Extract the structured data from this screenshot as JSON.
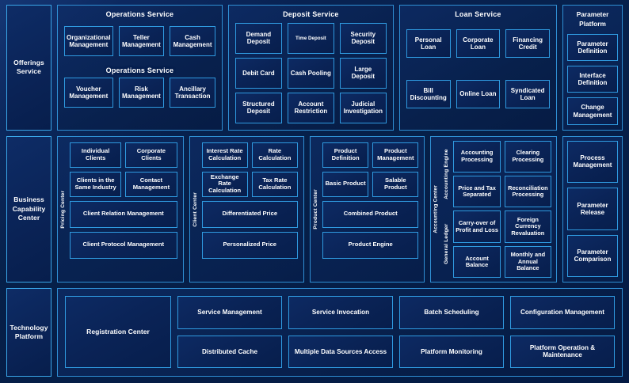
{
  "theme": {
    "background": "#041a44",
    "panel_fill": "#0a2356",
    "border_accent": "#2f9ae0",
    "rail_border": "#3aa7ea",
    "text": "#ffffff"
  },
  "rails": {
    "offerings": "Offerings\nService",
    "offerings_line1": "Offerings",
    "offerings_line2": "Service",
    "business_line1": "Business",
    "business_line2": "Capability",
    "business_line3": "Center",
    "technology_line1": "Technology",
    "technology_line2": "Platform"
  },
  "row1": {
    "operations": {
      "title": "Operations Service",
      "title_repeat": "Operations Service",
      "items": [
        "Organizational Management",
        "Teller Management",
        "Cash Management",
        "Voucher Management",
        "Risk Management",
        "Ancillary Transaction"
      ]
    },
    "deposit": {
      "title": "Deposit Service",
      "items": [
        "Demand Deposit",
        "Time Deposit",
        "Security Deposit",
        "Debit Card",
        "Cash Pooling",
        "Large Deposit",
        "Structured Deposit",
        "Account Restriction",
        "Judicial Investigation"
      ]
    },
    "loan": {
      "title": "Loan Service",
      "items": [
        "Personal Loan",
        "Corporate Loan",
        "Financing Credit",
        "Bill Discounting",
        "Online Loan",
        "Syndicated Loan"
      ]
    }
  },
  "parameter_platform": {
    "title_line1": "Parameter",
    "title_line2": "Platform",
    "items": [
      "Parameter Definition",
      "Interface Definition",
      "Change Management",
      "Process Management",
      "Parameter Release",
      "Parameter Comparison"
    ]
  },
  "row2": {
    "client_center": {
      "vlabel": "Pricing Center",
      "items_pair1": [
        "Individual Clients",
        "Corporate Clients"
      ],
      "items_pair2": [
        "Clients in the Same Industry",
        "Contact Management"
      ],
      "wide1": "Client Relation Management",
      "wide2": "Client Protocol Management"
    },
    "pricing_center": {
      "vlabel": "Client Center",
      "items_pair1": [
        "Interest Rate Calculation",
        "Rate Calculation"
      ],
      "items_pair2": [
        "Exchange Rate Calculation",
        "Tax Rate Calculation"
      ],
      "wide1": "Differentiated Price",
      "wide2": "Personalized Price"
    },
    "product_center": {
      "vlabel": "Product Center",
      "items_pair1": [
        "Product Definition",
        "Product Management"
      ],
      "items_pair2": [
        "Basic Product",
        "Salable Product"
      ],
      "wide1": "Combined Product",
      "wide2": "Product Engine"
    },
    "accounting_center": {
      "vlabel": "Accounting Center",
      "engine": {
        "vlabel": "Accounting Engine",
        "items_pair1": [
          "Accounting Processing",
          "Clearing Processing"
        ],
        "items_pair2": [
          "Price and Tax Separated",
          "Reconciliation Processing"
        ]
      },
      "ledger": {
        "vlabel": "General  Ledger",
        "items_pair1": [
          "Carry-over of Profit and Loss",
          "Foreign Currency Revaluation"
        ],
        "items_pair2": [
          "Account Balance",
          "Monthly and Annual Balance"
        ]
      }
    }
  },
  "row3": {
    "registration_center": "Registration Center",
    "items": [
      "Service Management",
      "Service Invocation",
      "Batch Scheduling",
      "Configuration Management",
      "Distributed Cache",
      "Multiple Data Sources Access",
      "Platform Monitoring",
      "Platform Operation & Maintenance"
    ]
  }
}
